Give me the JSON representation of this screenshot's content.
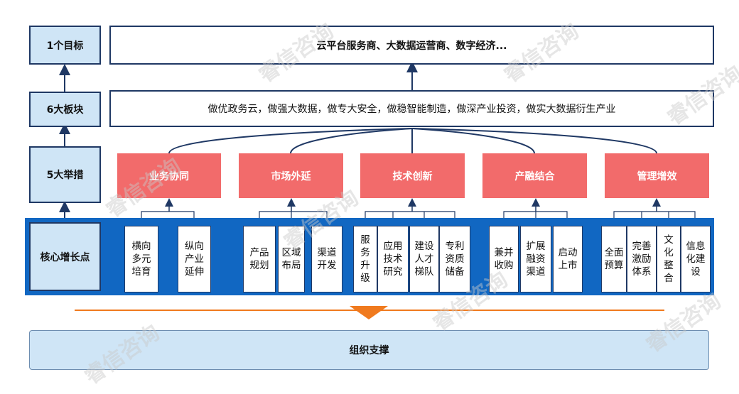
{
  "levels": {
    "goal": "1个目标",
    "blocks": "6大板块",
    "measures": "5大举措",
    "core": "核心增长点"
  },
  "goal_text": "云平台服务商、大数据运营商、数字经济...",
  "blocks_text": "做优政务云，做强大数据，做专大安全，做稳智能制造，做深产业投资，做实大数据衍生产业",
  "measures": [
    "业务协同",
    "市场外延",
    "技术创新",
    "产融结合",
    "管理增效"
  ],
  "growth_points": [
    [
      "横向多元培育",
      "纵向产业延伸"
    ],
    [
      "产品规划",
      "区域布局",
      "渠道开发"
    ],
    [
      "服务升级",
      "应用技术研究",
      "建设人才梯队",
      "专利资质储备"
    ],
    [
      "兼并收购",
      "扩展融资渠道",
      "启动上市"
    ],
    [
      "全面预算",
      "完善激励体系",
      "文化整合",
      "信息化建设"
    ]
  ],
  "support": "组织支撑",
  "watermark": "睿信咨询",
  "colors": {
    "navy": "#1f3864",
    "level_fill": "#cfe5f6",
    "measure_red": "#f26b6b",
    "band_blue": "#1167c2",
    "arrow_orange": "#f07a1e"
  }
}
